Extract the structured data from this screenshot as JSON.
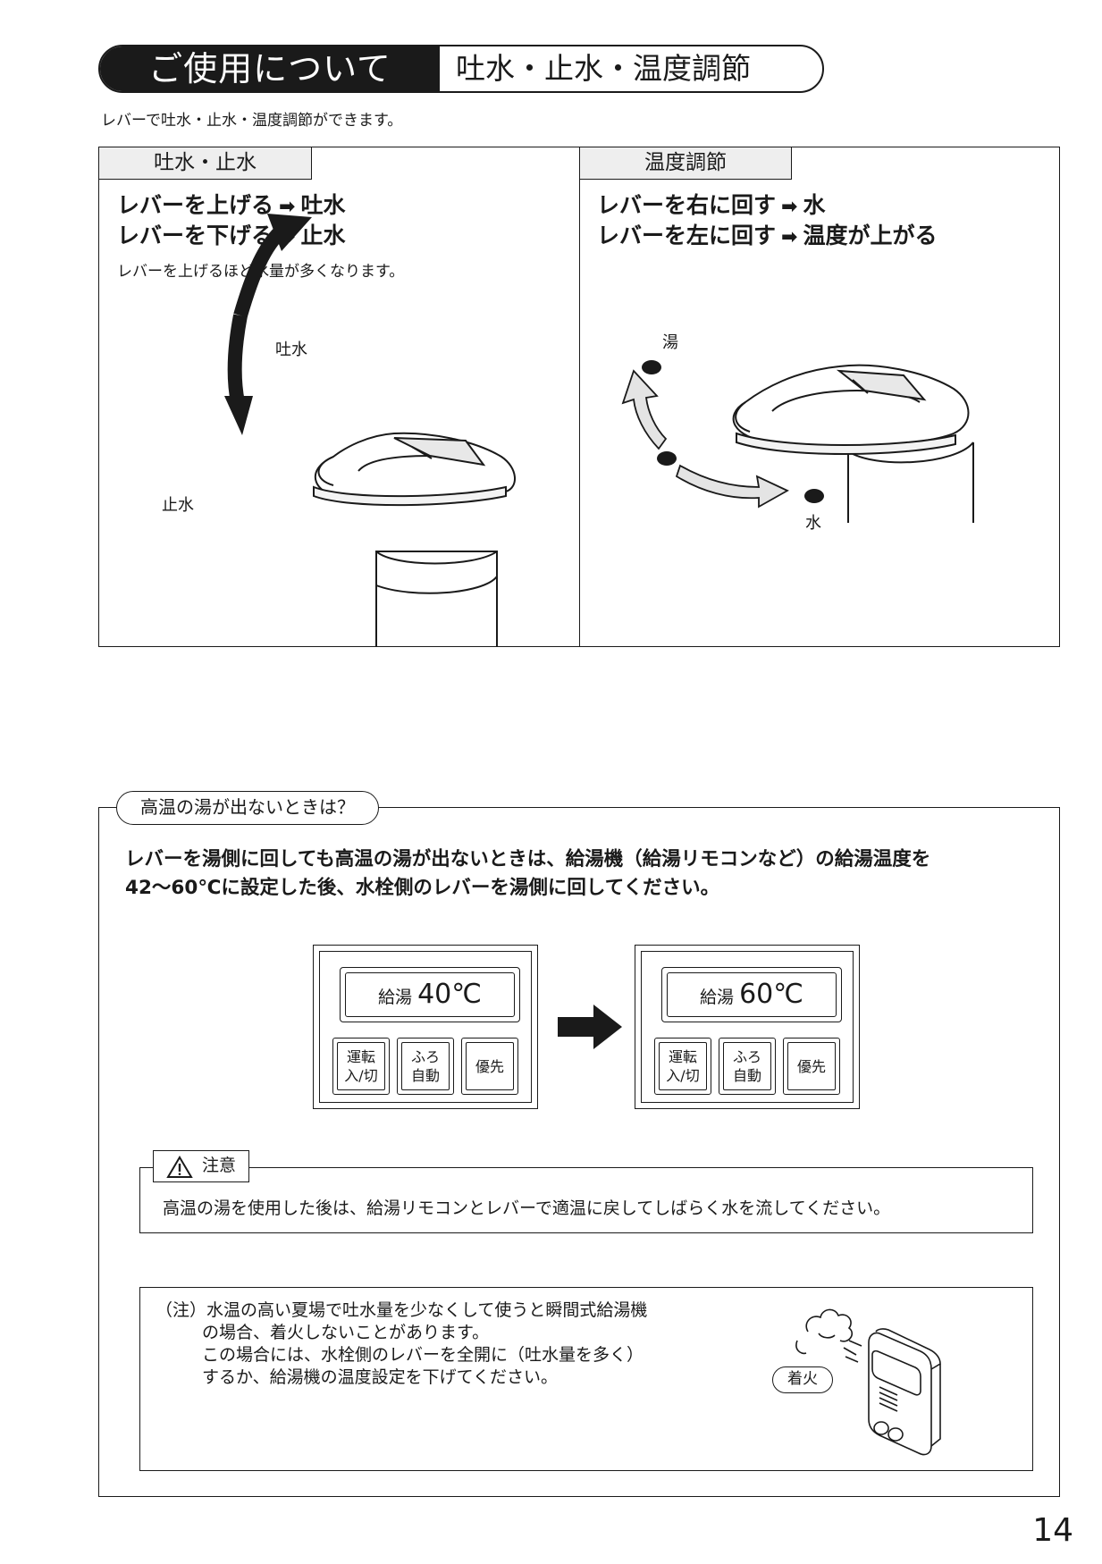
{
  "header": {
    "title": "ご使用について",
    "subtitle": "吐水・止水・温度調節"
  },
  "intro": "レバーで吐水・止水・温度調節ができます。",
  "flow_panel": {
    "heading": "吐水・止水",
    "line1_left": "レバーを上げる",
    "line1_right": "吐水",
    "line2_left": "レバーを下げる",
    "line2_right": "止水",
    "note": "レバーを上げるほど水量が多くなります。",
    "label_up": "吐水",
    "label_down": "止水"
  },
  "temp_panel": {
    "heading": "温度調節",
    "line1_left": "レバーを右に回す",
    "line1_right": "水",
    "line2_left": "レバーを左に回す",
    "line2_right": "温度が上がる",
    "label_hot": "湯",
    "label_cold": "水"
  },
  "arrow_glyph": "➡",
  "hot_water": {
    "title": "高温の湯が出ないときは？",
    "para_line1": "レバーを湯側に回しても高温の湯が出ないときは、給湯機（給湯リモコンなど）の給湯温度を",
    "para_line2": "42〜60℃に設定した後、水栓側のレバーを湯側に回してください。"
  },
  "remotes": [
    {
      "label": "給湯",
      "temp": "40℃",
      "btn1_l1": "運転",
      "btn1_l2": "入/切",
      "btn2_l1": "ふろ",
      "btn2_l2": "自動",
      "btn3": "優先"
    },
    {
      "label": "給湯",
      "temp": "60℃",
      "btn1_l1": "運転",
      "btn1_l2": "入/切",
      "btn2_l1": "ふろ",
      "btn2_l2": "自動",
      "btn3": "優先"
    }
  ],
  "caution": {
    "tag": "注意",
    "text": "高温の湯を使用した後は、給湯リモコンとレバーで適温に戻してしばらく水を流してください。"
  },
  "note": {
    "line1": "（注）水温の高い夏場で吐水量を少なくして使うと瞬間式給湯機",
    "line2": "の場合、着火しないことがあります。",
    "line3": "この場合には、水栓側のレバーを全開に（吐水量を多く）",
    "line4": "するか、給湯機の温度設定を下げてください。",
    "ignite_label": "着火"
  },
  "page_number": "14"
}
